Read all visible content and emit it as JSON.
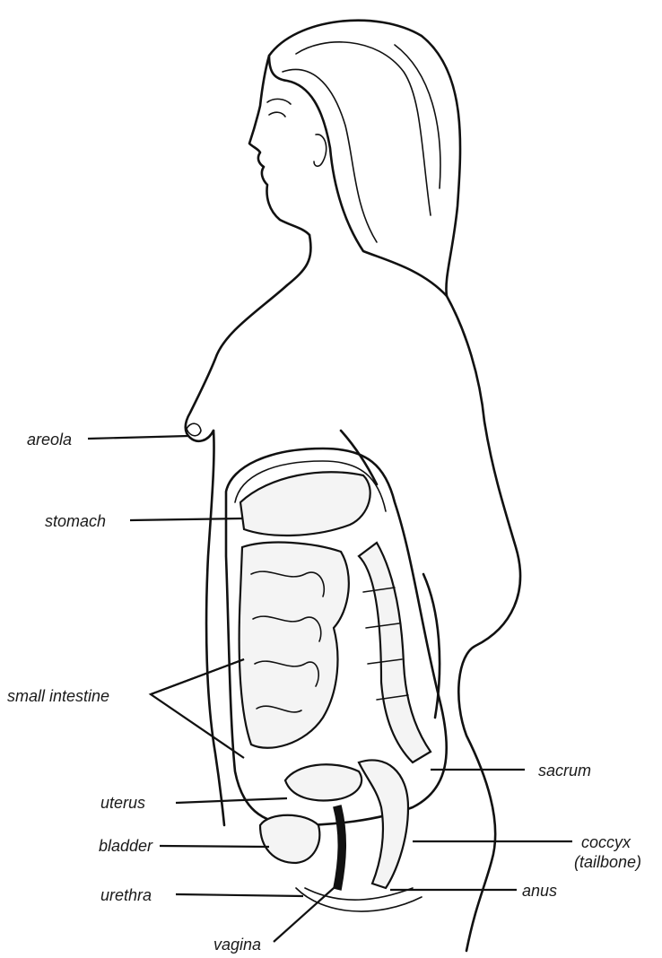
{
  "diagram": {
    "labels": {
      "areola": "areola",
      "stomach": "stomach",
      "small_intestine": "small intestine",
      "uterus": "uterus",
      "bladder": "bladder",
      "urethra": "urethra",
      "vagina": "vagina",
      "sacrum": "sacrum",
      "coccyx_line1": "coccyx",
      "coccyx_line2": "(tailbone)",
      "anus": "anus"
    }
  }
}
